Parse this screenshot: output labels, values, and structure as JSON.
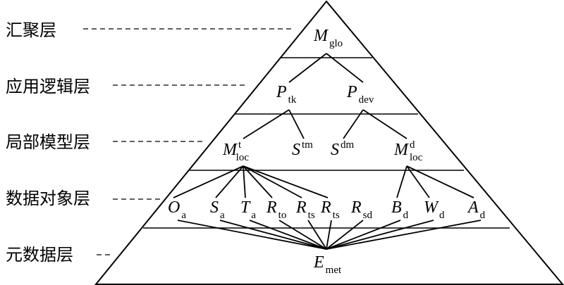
{
  "layers": [
    {
      "label": "汇聚层"
    },
    {
      "label": "应用逻辑层"
    },
    {
      "label": "局部模型层"
    },
    {
      "label": "数据对象层"
    },
    {
      "label": "元数据层"
    }
  ],
  "nodes": {
    "m_glo": {
      "main": "M",
      "sub": "glo",
      "sup": ""
    },
    "p_tk": {
      "main": "P",
      "sub": "tk",
      "sup": ""
    },
    "p_dev": {
      "main": "P",
      "sub": "dev",
      "sup": ""
    },
    "m_loc_t": {
      "main": "M",
      "sub": "loc",
      "sup": "t"
    },
    "s_tm": {
      "main": "S",
      "sub": "",
      "sup": "tm"
    },
    "s_dm": {
      "main": "S",
      "sub": "",
      "sup": "dm"
    },
    "m_loc_d": {
      "main": "M",
      "sub": "loc",
      "sup": "d"
    },
    "o_a": {
      "main": "O",
      "sub": "a",
      "sup": ""
    },
    "s_a": {
      "main": "S",
      "sub": "a",
      "sup": ""
    },
    "t_a": {
      "main": "T",
      "sub": "a",
      "sup": ""
    },
    "r_to": {
      "main": "R",
      "sub": "to",
      "sup": ""
    },
    "r_ts1": {
      "main": "R",
      "sub": "ts",
      "sup": ""
    },
    "r_ts2": {
      "main": "R",
      "sub": "ts",
      "sup": ""
    },
    "r_sd": {
      "main": "R",
      "sub": "sd",
      "sup": ""
    },
    "b_d": {
      "main": "B",
      "sub": "d",
      "sup": ""
    },
    "w_d": {
      "main": "W",
      "sub": "d",
      "sup": ""
    },
    "a_d": {
      "main": "A",
      "sub": "d",
      "sup": ""
    },
    "e_met": {
      "main": "E",
      "sub": "met",
      "sup": ""
    }
  },
  "edges": [
    [
      "m_glo",
      "p_tk"
    ],
    [
      "m_glo",
      "p_dev"
    ],
    [
      "p_tk",
      "m_loc_t"
    ],
    [
      "p_tk",
      "s_tm"
    ],
    [
      "p_dev",
      "s_dm"
    ],
    [
      "p_dev",
      "m_loc_d"
    ],
    [
      "m_loc_t",
      "o_a"
    ],
    [
      "m_loc_t",
      "s_a"
    ],
    [
      "m_loc_t",
      "t_a"
    ],
    [
      "m_loc_t",
      "r_to"
    ],
    [
      "m_loc_t",
      "r_ts1"
    ],
    [
      "m_loc_t",
      "r_ts2"
    ],
    [
      "m_loc_d",
      "b_d"
    ],
    [
      "m_loc_d",
      "w_d"
    ],
    [
      "m_loc_d",
      "a_d"
    ],
    [
      "o_a",
      "e_met"
    ],
    [
      "s_a",
      "e_met"
    ],
    [
      "t_a",
      "e_met"
    ],
    [
      "r_to",
      "e_met"
    ],
    [
      "r_ts1",
      "e_met"
    ],
    [
      "r_ts2",
      "e_met"
    ],
    [
      "r_sd",
      "e_met"
    ],
    [
      "b_d",
      "e_met"
    ],
    [
      "w_d",
      "e_met"
    ],
    [
      "a_d",
      "e_met"
    ]
  ]
}
